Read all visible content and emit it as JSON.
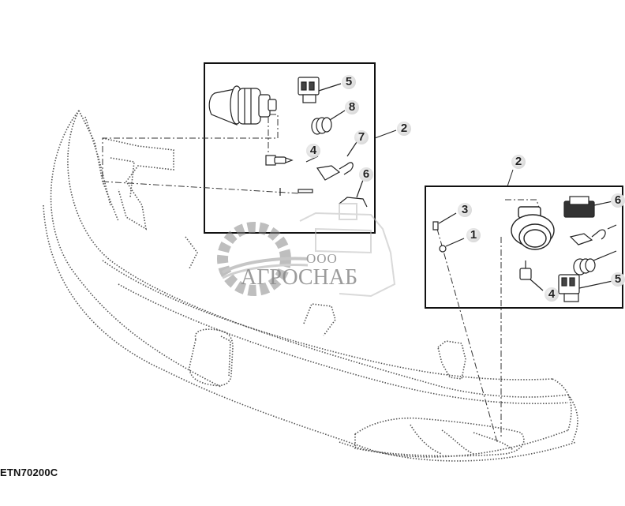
{
  "figure": {
    "id_label": "ETN70200C",
    "type": "exploded parts diagram - front bumper with fog lamp assemblies"
  },
  "watermark": {
    "prefix": "ООО",
    "company": "АГРОСНАБ"
  },
  "detail_boxes": [
    {
      "name": "left-lamp-detail",
      "ref": "2",
      "callouts": [
        "5",
        "8",
        "7",
        "4",
        "6"
      ]
    },
    {
      "name": "right-lamp-detail",
      "ref": "2",
      "callouts": [
        "3",
        "1",
        "4",
        "6",
        "5"
      ]
    }
  ],
  "callouts": {
    "box1_ref": "2",
    "box1_c5": "5",
    "box1_c8": "8",
    "box1_c7": "7",
    "box1_c4": "4",
    "box1_c6": "6",
    "box2_ref": "2",
    "box2_c3": "3",
    "box2_c1": "1",
    "box2_c4": "4",
    "box2_c6": "6",
    "box2_c5": "5"
  },
  "colors": {
    "line": "#222222",
    "dotted": "#555555",
    "watermark": "#9a9a9a",
    "background": "#ffffff"
  }
}
